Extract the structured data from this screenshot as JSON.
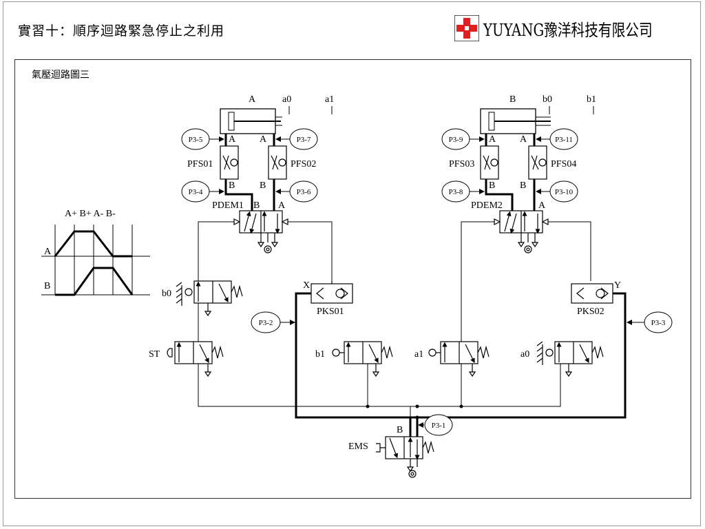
{
  "header": {
    "title": "實習十：順序迴路緊急停止之利用",
    "brand_name": "YUYANG",
    "brand_chinese": "豫洋科技有限公司",
    "brand_color": "#e02020"
  },
  "diagram": {
    "title": "氣壓迴路圖三",
    "cylinders": [
      {
        "label": "A",
        "sensor_left": "a0",
        "sensor_right": "a1"
      },
      {
        "label": "B",
        "sensor_left": "b0",
        "sensor_right": "b1"
      }
    ],
    "port_labels": {
      "a": "A",
      "b": "B",
      "x": "X",
      "y": "Y"
    },
    "flow_controls": [
      "PFS01",
      "PFS02",
      "PFS03",
      "PFS04"
    ],
    "main_valves": [
      "PDEM1",
      "PDEM2"
    ],
    "shuttle_valves": [
      "PKS01",
      "PKS02"
    ],
    "limit_valves": {
      "b0": "b0",
      "st": "ST",
      "b1": "b1",
      "a1": "a1",
      "a0": "a0"
    },
    "emergency_valve": "EMS",
    "points": [
      "P3-1",
      "P3-2",
      "P3-3",
      "P3-4",
      "P3-5",
      "P3-6",
      "P3-7",
      "P3-8",
      "P3-9",
      "P3-10",
      "P3-11"
    ],
    "sequence": {
      "title": "A+ B+ A- B-",
      "rows": [
        "A",
        "B"
      ]
    }
  }
}
